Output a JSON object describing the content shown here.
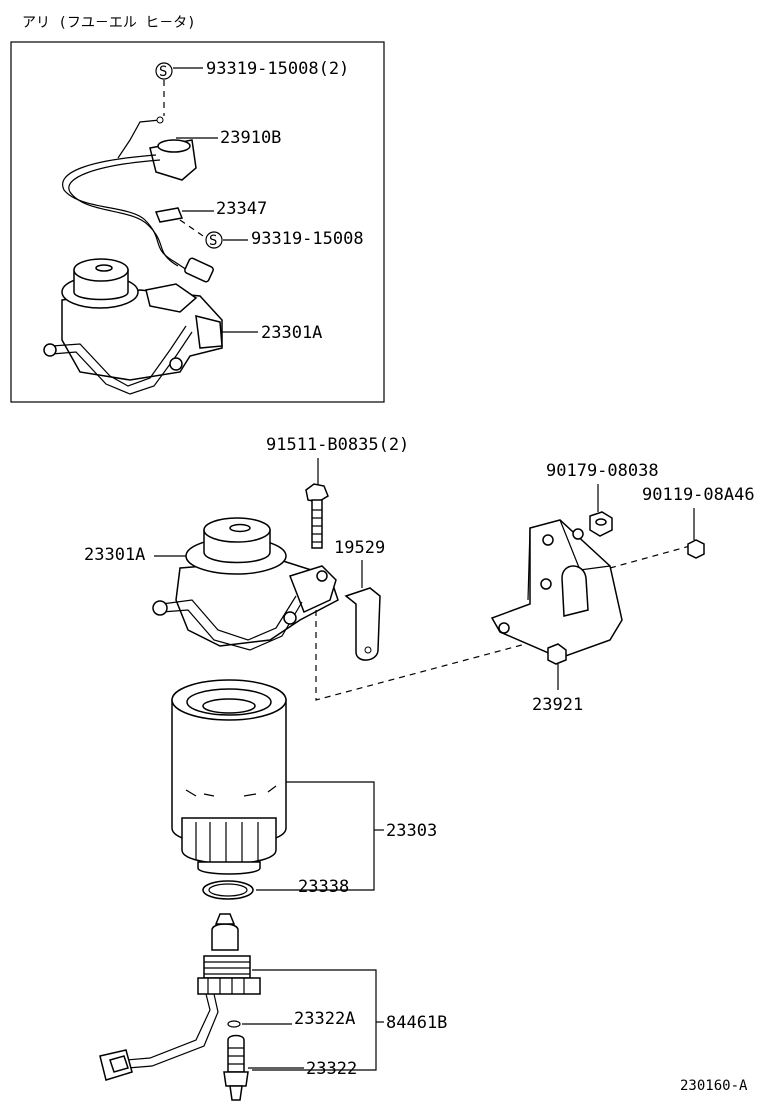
{
  "inset": {
    "title": "アリ (フユ－エル ヒ－タ)"
  },
  "labels": {
    "p93319_15008_2": "93319-15008(2)",
    "p23910B": "23910B",
    "p23347": "23347",
    "p93319_15008": "93319-15008",
    "p23301A_inset": "23301A",
    "p91511_B0835_2": "91511-B0835(2)",
    "p23301A": "23301A",
    "p19529": "19529",
    "p90179_08038": "90179-08038",
    "p90119_08A46": "90119-08A46",
    "p23921": "23921",
    "p23303": "23303",
    "p23338": "23338",
    "p23322A": "23322A",
    "p84461B": "84461B",
    "p23322": "23322",
    "figure_id": "230160-A"
  },
  "symbols": {
    "s_mark": "S"
  }
}
